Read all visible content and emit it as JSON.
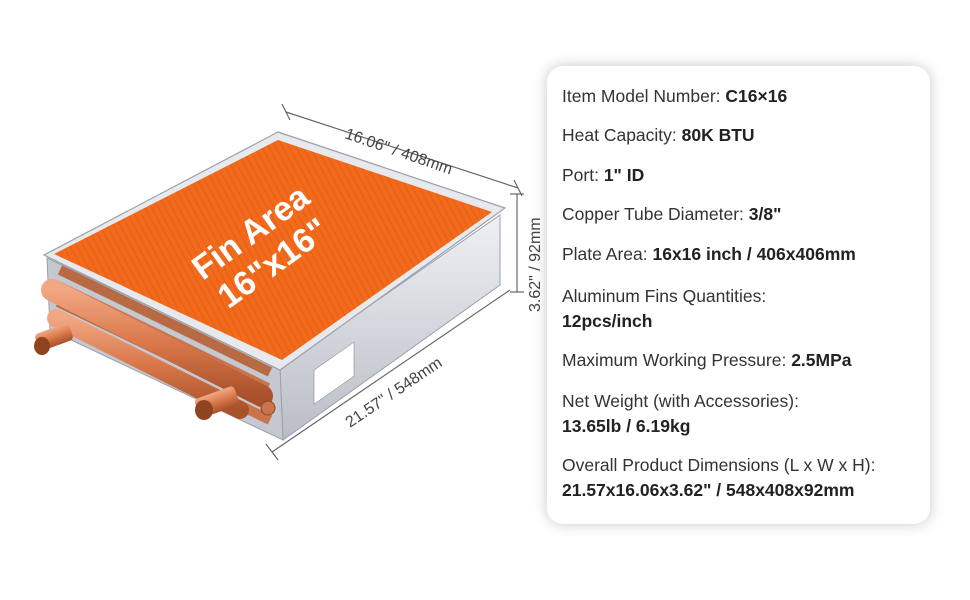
{
  "product": {
    "fin_area_title": "Fin Area",
    "fin_area_size": "16\"x16\"",
    "dim_width": "16.06\" / 408mm",
    "dim_height": "3.62\" / 92mm",
    "dim_length": "21.57\" / 548mm"
  },
  "specs": [
    {
      "label": "Item Model Number: ",
      "value": "C16×16"
    },
    {
      "label": "Heat Capacity: ",
      "value": "80K BTU"
    },
    {
      "label": "Port: ",
      "value": "1\" ID"
    },
    {
      "label": "Copper Tube Diameter: ",
      "value": "3/8\""
    },
    {
      "label": "Plate Area: ",
      "value": "16x16 inch / 406x406mm"
    },
    {
      "label": "Aluminum Fins Quantities:",
      "value": "12pcs/inch"
    },
    {
      "label": "Maximum Working Pressure: ",
      "value": "2.5MPa"
    },
    {
      "label": "Net Weight (with Accessories):",
      "value": "13.65lb / 6.19kg"
    },
    {
      "label": "Overall Product Dimensions (L x W x H):",
      "value": "21.57x16.06x3.62\" / 548x408x92mm"
    }
  ],
  "colors": {
    "fin_orange": "#f26a1b",
    "copper": "#d9784a",
    "frame": "#d8dbe0"
  }
}
